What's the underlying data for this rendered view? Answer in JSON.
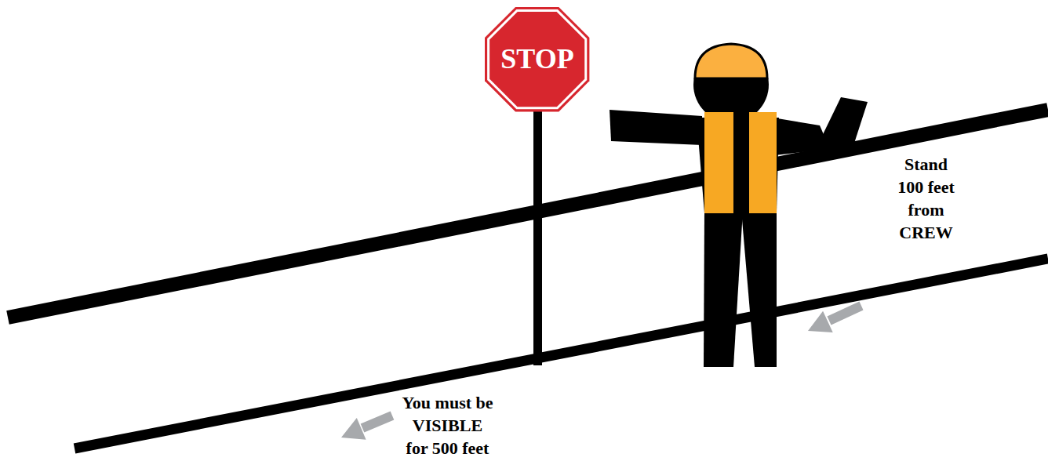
{
  "diagram": {
    "nodes": [
      {
        "text": [
          "STOP"
        ]
      }
    ],
    "labels": [
      "Stand 100 feet from CREW",
      "You must be VISIBLE for 500 feet"
    ]
  }
}
